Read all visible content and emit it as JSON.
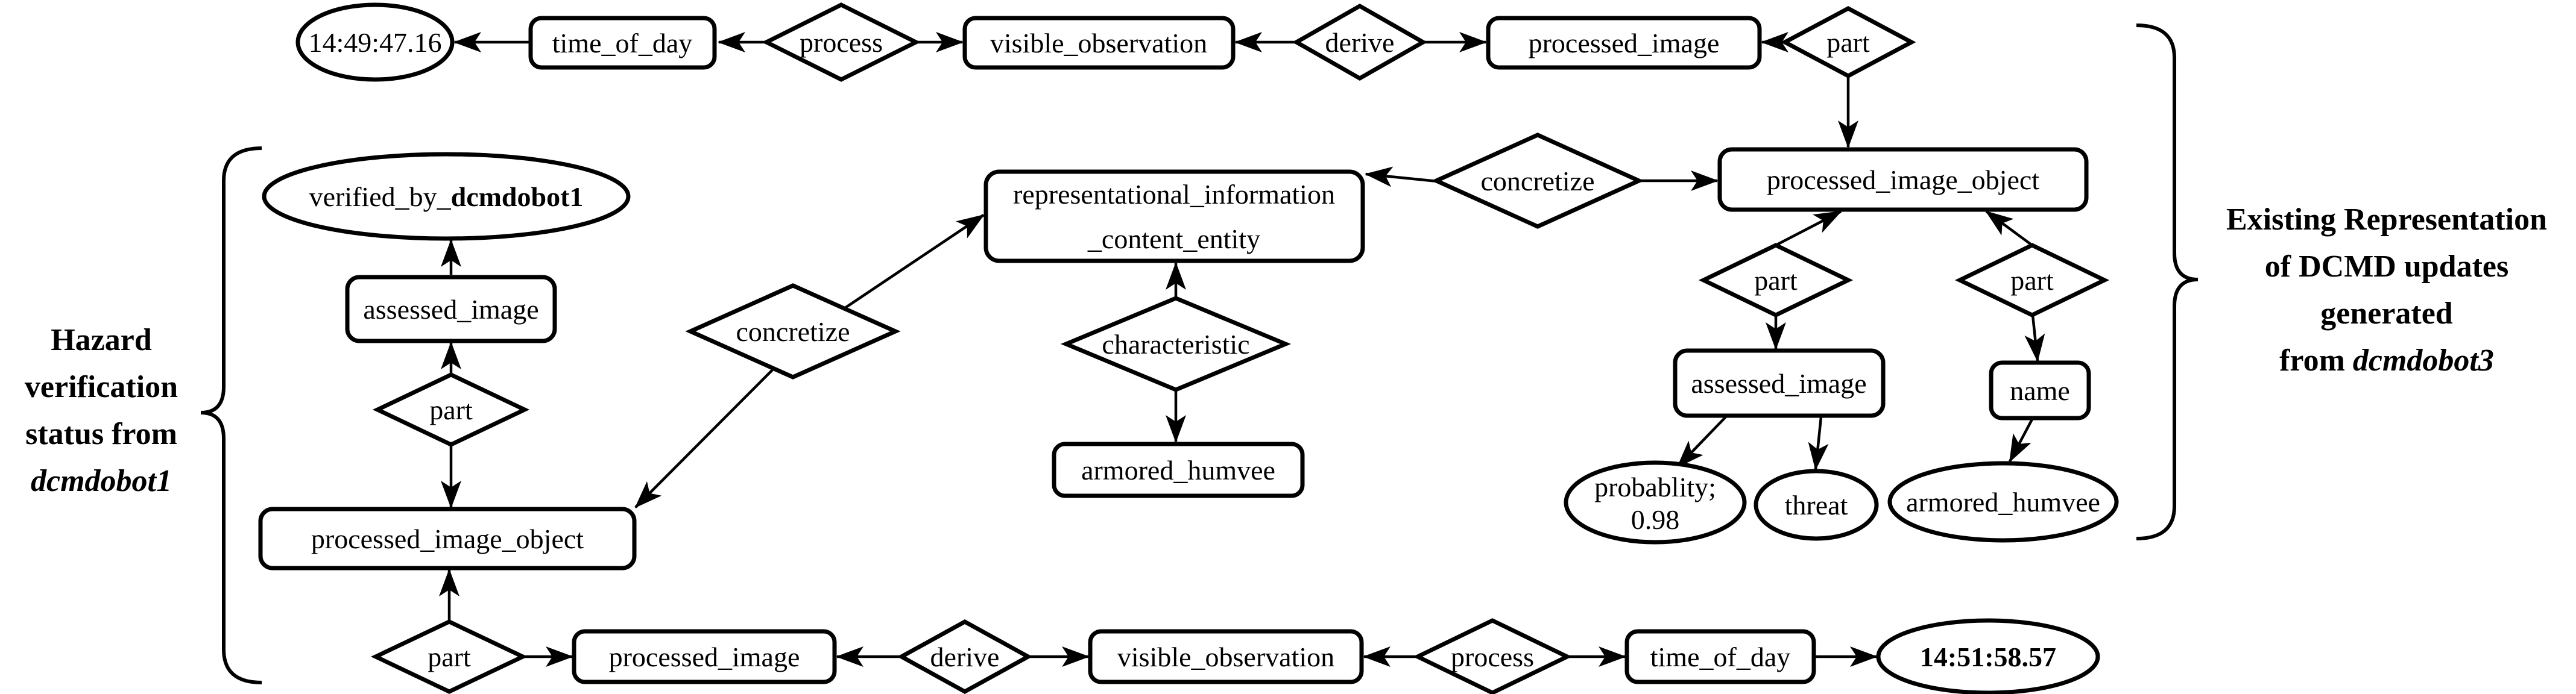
{
  "colors": {
    "ink": "#000000",
    "paper": "#ffffff"
  },
  "left_bracket_label": {
    "line1": "Hazard",
    "line2": "verification",
    "line3": "status from",
    "line4_italic": "dcmdobot1"
  },
  "right_bracket_label": {
    "line1": "Existing Representation",
    "line2": "of DCMD updates",
    "line3": "generated",
    "line4_prefix": "from ",
    "line4_italic": "dcmdobot3"
  },
  "top_chain": {
    "time_value": "14:49:47.16",
    "time_of_day": "time_of_day",
    "process": "process",
    "visible_observation": "visible_observation",
    "derive": "derive",
    "processed_image": "processed_image",
    "part": "part"
  },
  "dcmdobot3_cluster": {
    "processed_image_object": "processed_image_object",
    "concretize": "concretize",
    "part_left": "part",
    "part_right": "part",
    "assessed_image": "assessed_image",
    "name": "name",
    "probability_line1": "probablity;",
    "probability_line2": "0.98",
    "threat": "threat",
    "armored_humvee": "armored_humvee"
  },
  "middle": {
    "rep_line1": "representational_information",
    "rep_line2": "_content_entity",
    "concretize": "concretize",
    "characteristic": "characteristic",
    "armored_humvee": "armored_humvee"
  },
  "dcmdobot1_cluster": {
    "verified_by_prefix": "verified_by_",
    "verified_by_bold": "dcmdobot1",
    "assessed_image": "assessed_image",
    "part": "part",
    "processed_image_object": "processed_image_object"
  },
  "bottom_chain": {
    "part": "part",
    "processed_image": "processed_image",
    "derive": "derive",
    "visible_observation": "visible_observation",
    "process": "process",
    "time_of_day": "time_of_day",
    "time_value": "14:51:58.57"
  }
}
